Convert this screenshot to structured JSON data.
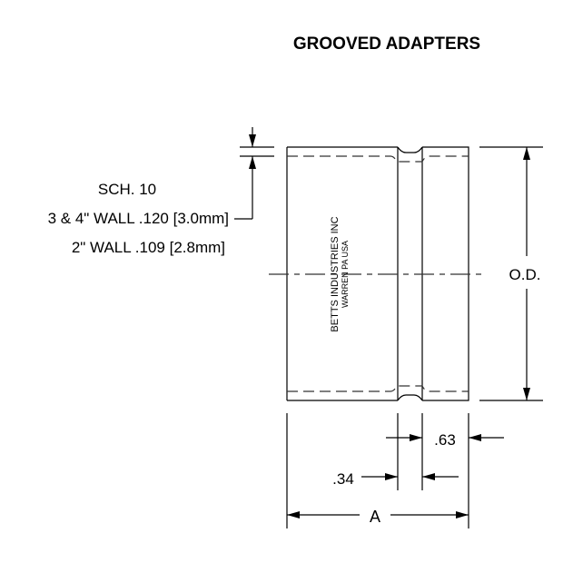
{
  "title": "GROOVED ADAPTERS",
  "wall_note": {
    "line1": "SCH. 10",
    "line2": "3 & 4\" WALL .120 [3.0mm]",
    "line3": "2\" WALL .109 [2.8mm]"
  },
  "marking": {
    "line1": "BETTS INDUSTRIES INC",
    "line2": "WARREN PA USA"
  },
  "dimensions": {
    "od": "O.D.",
    "groove_to_end": ".63",
    "groove_width": ".34",
    "length": "A"
  }
}
